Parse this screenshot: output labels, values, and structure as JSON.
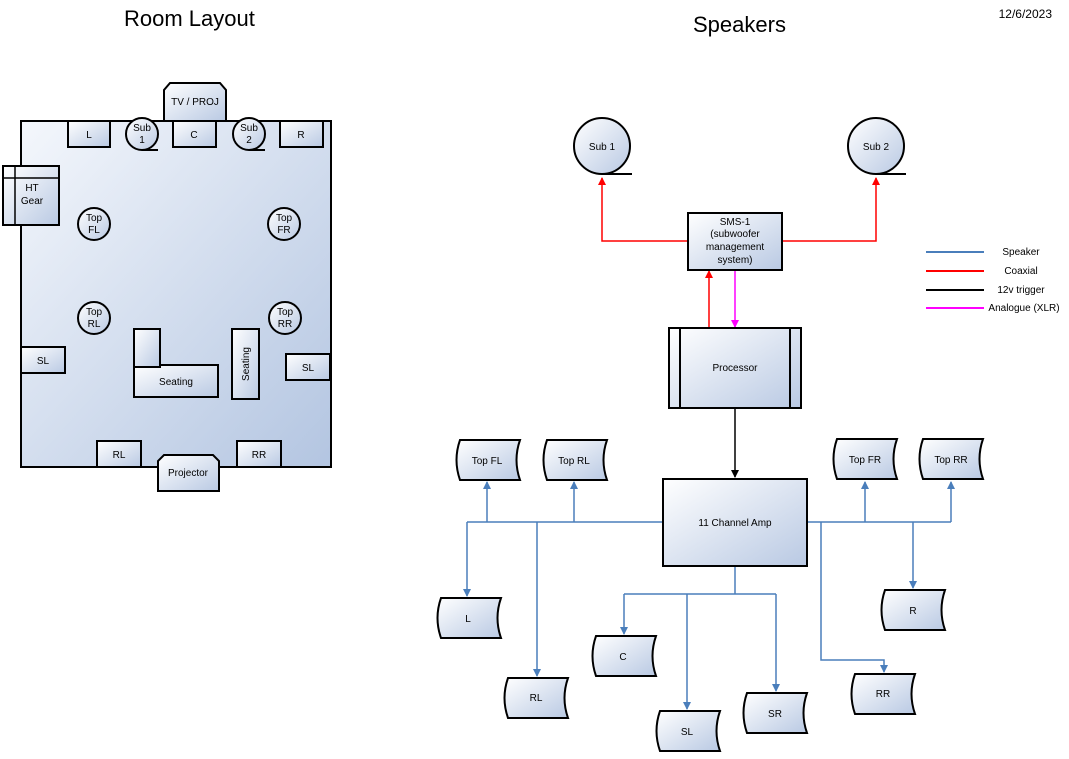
{
  "headings": {
    "room_layout": "Room Layout",
    "speakers": "Speakers",
    "date": "12/6/2023"
  },
  "room": {
    "tv_proj": "TV / PROJ",
    "ht_gear": [
      "HT",
      "Gear"
    ],
    "front_l": "L",
    "front_c": "C",
    "front_r": "R",
    "sub1": [
      "Sub",
      "1"
    ],
    "sub2": [
      "Sub",
      "2"
    ],
    "top_fl": [
      "Top",
      "FL"
    ],
    "top_fr": [
      "Top",
      "FR"
    ],
    "top_rl": [
      "Top",
      "RL"
    ],
    "top_rr": [
      "Top",
      "RR"
    ],
    "sl_left": "SL",
    "sl_right": "SL",
    "seating_main": "Seating",
    "seating_side": "Seating",
    "rl": "RL",
    "rr": "RR",
    "projector": "Projector"
  },
  "speakers": {
    "sub1": "Sub 1",
    "sub2": "Sub 2",
    "sms": [
      "SMS-1",
      "(subwoofer",
      "management",
      "system)"
    ],
    "processor": "Processor",
    "amp": "11 Channel Amp",
    "top_fl": "Top FL",
    "top_rl": "Top RL",
    "top_fr": "Top FR",
    "top_rr": "Top RR",
    "l": "L",
    "rl": "RL",
    "c": "C",
    "sl": "SL",
    "sr": "SR",
    "r": "R",
    "rr": "RR"
  },
  "legend": {
    "speaker": "Speaker",
    "coaxial": "Coaxial",
    "trigger": "12v trigger",
    "analogue": "Analogue (XLR)"
  },
  "colors": {
    "speaker_line": "#4a7ebb",
    "coaxial_line": "#ff0000",
    "trigger_line": "#000000",
    "analogue_line": "#ff00ff",
    "shape_fill_light": "#ffffff",
    "shape_fill_dark": "#b9c9e3"
  }
}
